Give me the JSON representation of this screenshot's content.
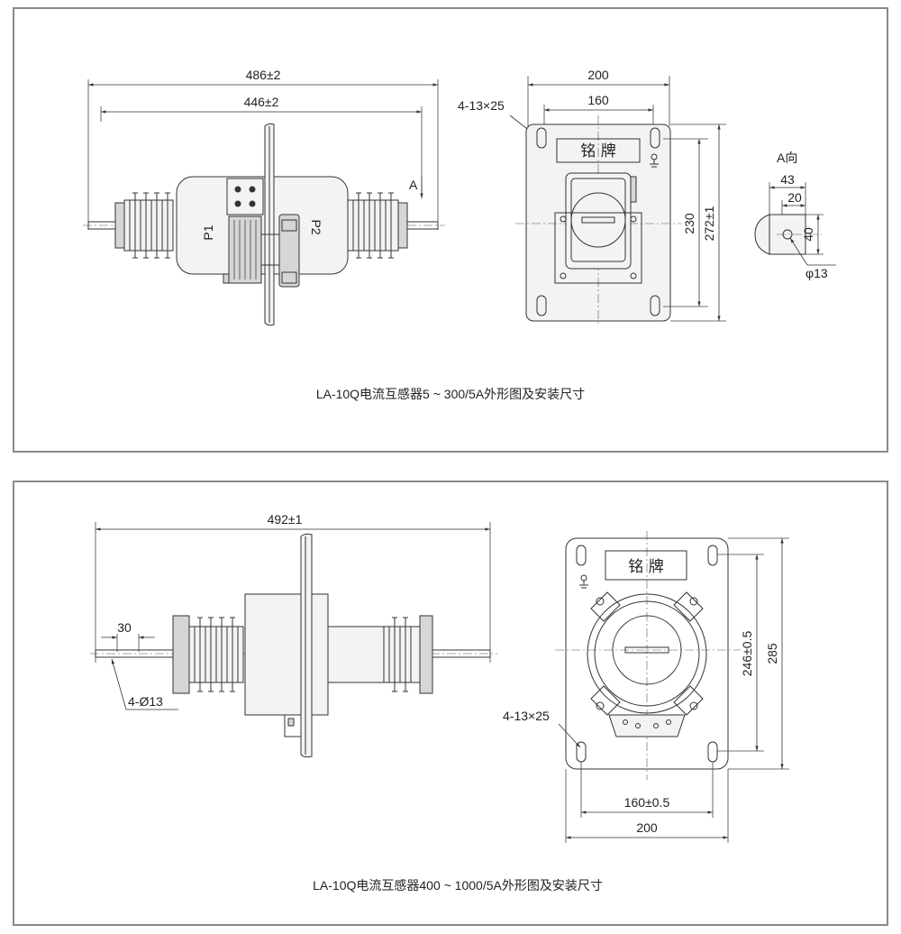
{
  "top": {
    "caption": "LA-10Q电流互感器5 ~ 300/5A外形图及安装尺寸",
    "side_view": {
      "dim_overall": "486±2",
      "dim_inner": "446±2",
      "view_marker": "A",
      "terminal_p1": "P1",
      "terminal_p2": "P2"
    },
    "front_view": {
      "dim_width": "200",
      "dim_hole_spacing": "160",
      "dim_slots": "4-13×25",
      "dim_hole_vertical": "230",
      "dim_height": "272±1",
      "nameplate": "铭    牌"
    },
    "a_view": {
      "title": "A向",
      "dim_43": "43",
      "dim_20": "20",
      "dim_40": "40",
      "dim_hole": "φ13"
    }
  },
  "bottom": {
    "caption": "LA-10Q电流互感器400 ~ 1000/5A外形图及安装尺寸",
    "side_view": {
      "dim_overall": "492±1",
      "dim_30": "30",
      "dim_holes": "4-Ø13"
    },
    "front_view": {
      "nameplate": "铭  牌",
      "dim_slots": "4-13×25",
      "dim_hole_vertical": "246±0.5",
      "dim_height": "285",
      "dim_hole_spacing": "160±0.5",
      "dim_width": "200"
    }
  }
}
